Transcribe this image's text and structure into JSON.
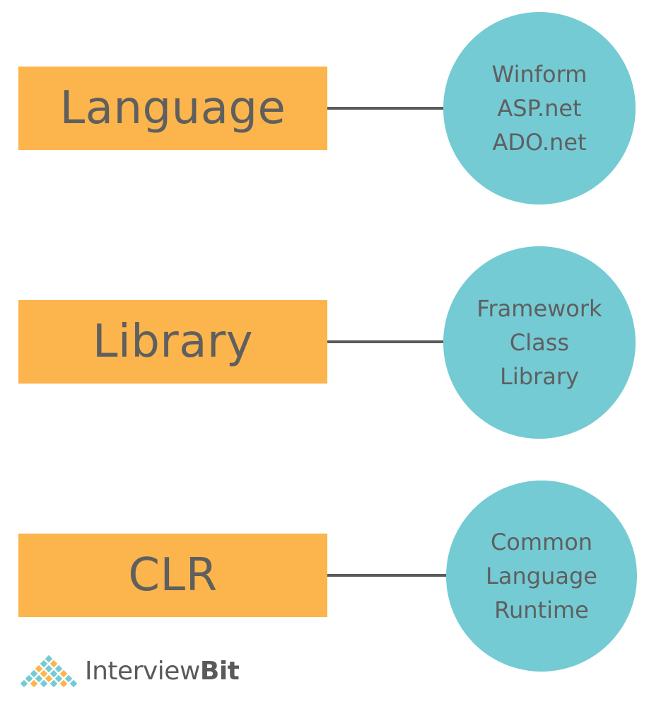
{
  "colors": {
    "box": "#fbb54c",
    "circle": "#74cbd4",
    "line": "#5a5a5a",
    "text": "#5f5f5f"
  },
  "rows": [
    {
      "label": "Language",
      "circle_lines": [
        "Winform",
        "ASP.net",
        "ADO.net"
      ]
    },
    {
      "label": "Library",
      "circle_lines": [
        "Framework",
        "Class",
        "Library"
      ]
    },
    {
      "label": "CLR",
      "circle_lines": [
        "Common",
        "Language",
        "Runtime"
      ]
    }
  ],
  "logo": {
    "text_light": "Interview",
    "text_bold": "Bit"
  }
}
